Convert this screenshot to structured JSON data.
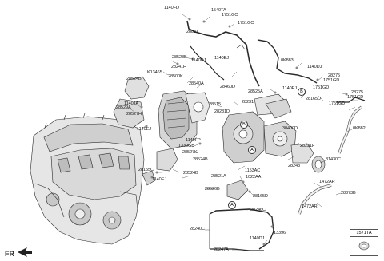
{
  "diagram": {
    "orientation_label": "FR",
    "inset_part": "1571TA",
    "callouts": {
      "a": "A",
      "b": "B"
    },
    "labels": [
      {
        "id": "l1140fd",
        "text": "1140FD"
      },
      {
        "id": "l1540ta",
        "text": "1540TA"
      },
      {
        "id": "l1751gc_1",
        "text": "1751GC"
      },
      {
        "id": "l1751gc_2",
        "text": "1751GC"
      },
      {
        "id": "l28831",
        "text": "28831"
      },
      {
        "id": "l28528b",
        "text": "28528B"
      },
      {
        "id": "l1140dj_top",
        "text": "1140DJ"
      },
      {
        "id": "l1140ej_top",
        "text": "1140EJ"
      },
      {
        "id": "l28241f",
        "text": "28241F"
      },
      {
        "id": "l28460d",
        "text": "28460D"
      },
      {
        "id": "l0k883",
        "text": "0K883"
      },
      {
        "id": "l1140dj_r",
        "text": "1140DJ"
      },
      {
        "id": "l28275_a",
        "text": "28275"
      },
      {
        "id": "l1751gd_a",
        "text": "1751GD"
      },
      {
        "id": "l28525a",
        "text": "28525A"
      },
      {
        "id": "l1140ej_mid",
        "text": "1140EJ"
      },
      {
        "id": "l1751gd_b",
        "text": "1751GD"
      },
      {
        "id": "l28275_b",
        "text": "28275"
      },
      {
        "id": "l1751gd_c",
        "text": "1751GD"
      },
      {
        "id": "l28165d_r",
        "text": "28165D"
      },
      {
        "id": "l1751gd_d",
        "text": "1751GD"
      },
      {
        "id": "l0k882",
        "text": "0K882"
      },
      {
        "id": "l28524b_top",
        "text": "28524B"
      },
      {
        "id": "lk13465",
        "text": "K13465"
      },
      {
        "id": "l28500k",
        "text": "28500K"
      },
      {
        "id": "l28540a",
        "text": "28540A"
      },
      {
        "id": "l1140ja",
        "text": "1140JA"
      },
      {
        "id": "l28529a",
        "text": "28529A"
      },
      {
        "id": "l28527h",
        "text": "28527H"
      },
      {
        "id": "l1140ej_left",
        "text": "1140EJ"
      },
      {
        "id": "l28515",
        "text": "28515"
      },
      {
        "id": "l28231",
        "text": "28231"
      },
      {
        "id": "l28231d",
        "text": "28231D"
      },
      {
        "id": "l30400d",
        "text": "30400D"
      },
      {
        "id": "l1140fp",
        "text": "1140FP"
      },
      {
        "id": "l1339gb",
        "text": "1339GB"
      },
      {
        "id": "l28527k",
        "text": "28527K"
      },
      {
        "id": "l28524b_mid",
        "text": "28524B"
      },
      {
        "id": "l28231f",
        "text": "28231F"
      },
      {
        "id": "l28243",
        "text": "28243"
      },
      {
        "id": "l31430c",
        "text": "31430C"
      },
      {
        "id": "l1153ac",
        "text": "1153AC"
      },
      {
        "id": "l28155c",
        "text": "28155C"
      },
      {
        "id": "l28524b_low",
        "text": "28524B"
      },
      {
        "id": "l1140ej_low",
        "text": "1140EJ"
      },
      {
        "id": "l28521a",
        "text": "28521A"
      },
      {
        "id": "l1022aa",
        "text": "1022AA"
      },
      {
        "id": "l28526b",
        "text": "28526B"
      },
      {
        "id": "l28165d_b",
        "text": "28165D"
      },
      {
        "id": "l1472ar_a",
        "text": "1472AR"
      },
      {
        "id": "l28373b",
        "text": "28373B"
      },
      {
        "id": "l1472ar_b",
        "text": "1472AR"
      },
      {
        "id": "l28246c",
        "text": "28246C"
      },
      {
        "id": "l28240c",
        "text": "28240C"
      },
      {
        "id": "l13396",
        "text": "13396"
      },
      {
        "id": "l1140dj_low",
        "text": "1140DJ"
      },
      {
        "id": "l28247a",
        "text": "28247A"
      }
    ]
  }
}
